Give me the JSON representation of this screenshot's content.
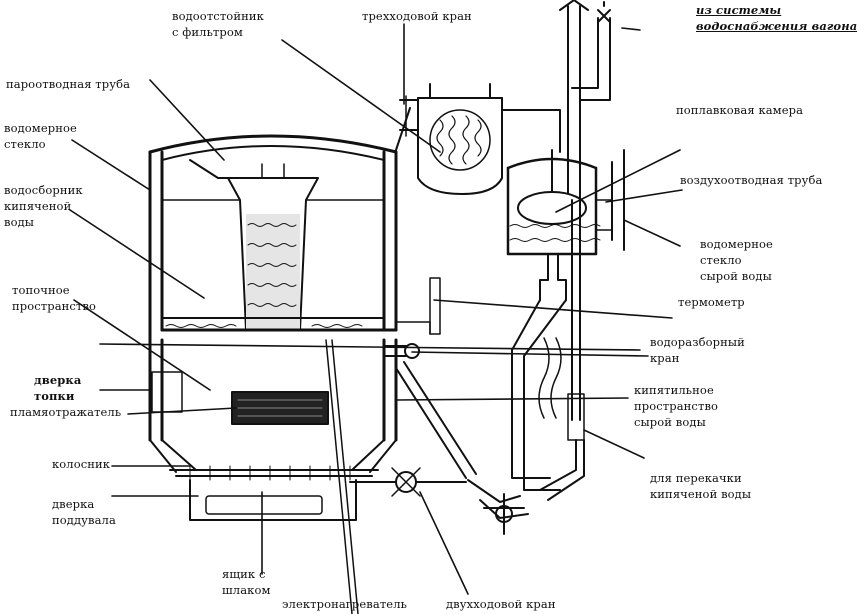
{
  "labels": {
    "water_tap_filter": "водоотстойник\nс фильтром",
    "three_way_valve": "трехходовой кран",
    "water_supply": "из системы\nводоснабжения вагона",
    "steam_pipe": "пароотводная труба",
    "float_chamber": "поплавковая камера",
    "gauge_glass_boiled": "водомерное\nстекло",
    "air_pipe": "воздухоотводная труба",
    "boiled_water_collector": "водосборник\nкипяченой\nводы",
    "gauge_glass_raw": "водомерное\nстекло\nсырой воды",
    "firebox_space": "топочное\nпространство",
    "thermometer": "термометр",
    "draw_off_valve": "водоразборный\nкран",
    "firebox_door": "дверка\nтопки",
    "flame_igniter": "пламяотражатель",
    "boiling_space": "кипятильное\nпространство\nсырой воды",
    "grate": "колосник",
    "transfer_pump": "для перекачки\nкипяченой воды",
    "ash_door": "дверка\nподдувала",
    "ash_box": "ящик с\nшлаком",
    "electric_heater": "электронагреватель",
    "two_way_valve": "двухходовой кран"
  }
}
